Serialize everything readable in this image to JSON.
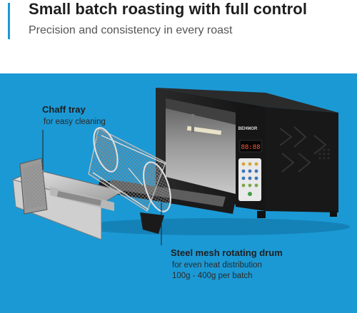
{
  "header": {
    "title": "Small batch roasting with full control",
    "subtitle": "Precision and consistency in every roast"
  },
  "callouts": {
    "chaff_tray": {
      "title": "Chaff tray",
      "lines": [
        "for easy cleaning"
      ]
    },
    "drum": {
      "title": "Steel mesh rotating drum",
      "lines": [
        "for even heat distribution",
        "100g - 400g per batch"
      ]
    }
  },
  "product": {
    "brand": "BEHMOR",
    "display": "88:88"
  },
  "colors": {
    "accent": "#1b99d5",
    "oven_body": "#1f1f1f",
    "text": "#1e1e1e"
  }
}
